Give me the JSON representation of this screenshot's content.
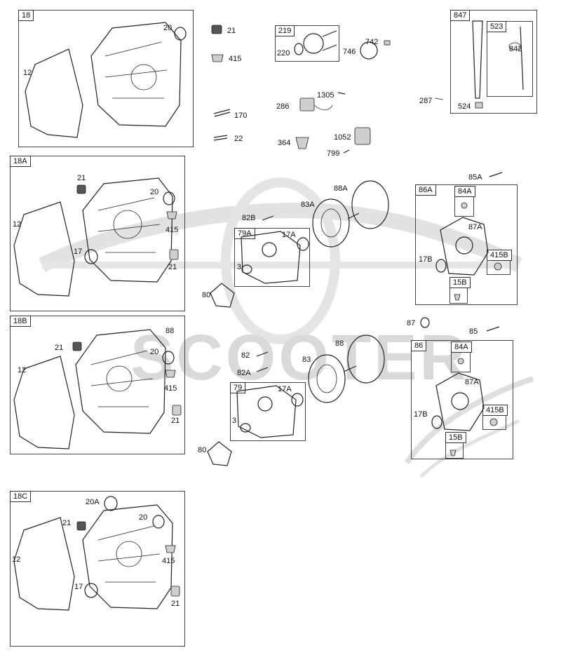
{
  "watermark": {
    "text": "SCOOTER"
  },
  "boxes": {
    "18": "18",
    "18A": "18A",
    "18B": "18B",
    "18C": "18C",
    "219": "219",
    "847": "847",
    "523": "523",
    "79A": "79A",
    "79": "79",
    "86A": "86A",
    "86": "86",
    "84A_top": "84A",
    "84A_bottom": "84A",
    "415B_top": "415B",
    "415B_bottom": "415B",
    "15B_top": "15B",
    "15B_bottom": "15B"
  },
  "labels": {
    "b18_20": "20",
    "b18_12": "12",
    "p21": "21",
    "p415": "415",
    "p170": "170",
    "p22": "22",
    "p220": "220",
    "p742": "742",
    "p746": "746",
    "p286": "286",
    "p1305": "1305",
    "p364": "364",
    "p1052": "1052",
    "p799": "799",
    "p287": "287",
    "p842": "842",
    "p524": "524",
    "b18a_21": "21",
    "b18a_20": "20",
    "b18a_12": "12",
    "b18a_415": "415",
    "b18a_17": "17",
    "b18a_21b": "21",
    "p88A": "88A",
    "p83A": "83A",
    "p82B": "82B",
    "p17A_top": "17A",
    "p3_top": "3",
    "p80_top": "80",
    "p85A": "85A",
    "p87A_top": "87A",
    "p17B_top": "17B",
    "p87": "87",
    "p85": "85",
    "b18b_88": "88",
    "b18b_21": "21",
    "b18b_20": "20",
    "b18b_12": "12",
    "b18b_415": "415",
    "b18b_21b": "21",
    "p82": "82",
    "p82A": "82A",
    "p88": "88",
    "p83": "83",
    "p17A_bottom": "17A",
    "p3_bottom": "3",
    "p80_bottom": "80",
    "p87A_bottom": "87A",
    "p17B_bottom": "17B",
    "b18c_20A": "20A",
    "b18c_20": "20",
    "b18c_21": "21",
    "b18c_12": "12",
    "b18c_415": "415",
    "b18c_17": "17",
    "b18c_21b": "21"
  }
}
